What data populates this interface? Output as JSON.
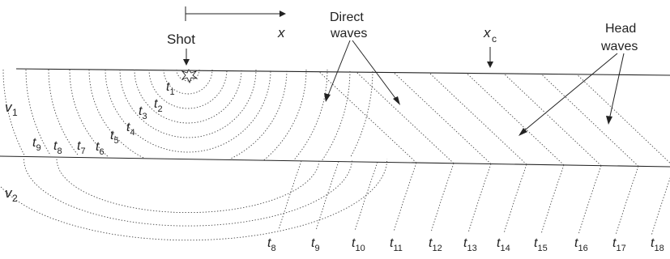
{
  "labels": {
    "shot": "Shot",
    "x_axis": "x",
    "direct_line1": "Direct",
    "direct_line2": "waves",
    "xc_main": "x",
    "xc_sub": "c",
    "head_line1": "Head",
    "head_line2": "waves",
    "v1_main": "v",
    "v1_sub": "1",
    "v2_main": "v",
    "v2_sub": "2"
  },
  "upper_times": [
    {
      "t": "t",
      "sub": "1"
    },
    {
      "t": "t",
      "sub": "2"
    },
    {
      "t": "t",
      "sub": "3"
    },
    {
      "t": "t",
      "sub": "4"
    },
    {
      "t": "t",
      "sub": "5"
    },
    {
      "t": "t",
      "sub": "6"
    },
    {
      "t": "t",
      "sub": "7"
    },
    {
      "t": "t",
      "sub": "8"
    },
    {
      "t": "t",
      "sub": "9"
    }
  ],
  "lower_times": [
    {
      "t": "t",
      "sub": "8"
    },
    {
      "t": "t",
      "sub": "9"
    },
    {
      "t": "t",
      "sub": "10"
    },
    {
      "t": "t",
      "sub": "11"
    },
    {
      "t": "t",
      "sub": "12"
    },
    {
      "t": "t",
      "sub": "13"
    },
    {
      "t": "t",
      "sub": "14"
    },
    {
      "t": "t",
      "sub": "15"
    },
    {
      "t": "t",
      "sub": "16"
    },
    {
      "t": "t",
      "sub": "17"
    },
    {
      "t": "t",
      "sub": "18"
    }
  ]
}
